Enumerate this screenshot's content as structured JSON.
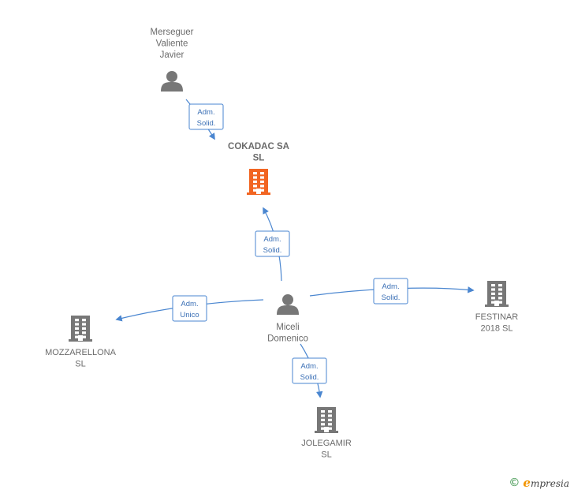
{
  "nodes": [
    {
      "id": "merseguer",
      "kind": "person",
      "label_lines": [
        "Merseguer",
        "Valiente",
        "Javier"
      ],
      "highlight": false
    },
    {
      "id": "cokadac",
      "kind": "company",
      "label_lines": [
        "COKADAC SA",
        "SL"
      ],
      "highlight": true
    },
    {
      "id": "miceli",
      "kind": "person",
      "label_lines": [
        "Miceli",
        "Domenico"
      ],
      "highlight": false
    },
    {
      "id": "mozzarellona",
      "kind": "company",
      "label_lines": [
        "MOZZARELLONA",
        "SL"
      ],
      "highlight": false
    },
    {
      "id": "festinar",
      "kind": "company",
      "label_lines": [
        "FESTINAR",
        "2018  SL"
      ],
      "highlight": false
    },
    {
      "id": "jolegamir",
      "kind": "company",
      "label_lines": [
        "JOLEGAMIR",
        "SL"
      ],
      "highlight": false
    }
  ],
  "edges": [
    {
      "from": "merseguer",
      "to": "cokadac",
      "label_lines": [
        "Adm.",
        "Solid."
      ]
    },
    {
      "from": "miceli",
      "to": "cokadac",
      "label_lines": [
        "Adm.",
        "Solid."
      ]
    },
    {
      "from": "miceli",
      "to": "mozzarellona",
      "label_lines": [
        "Adm.",
        "Unico"
      ]
    },
    {
      "from": "miceli",
      "to": "festinar",
      "label_lines": [
        "Adm.",
        "Solid."
      ]
    },
    {
      "from": "miceli",
      "to": "jolegamir",
      "label_lines": [
        "Adm.",
        "Solid."
      ]
    }
  ],
  "colors": {
    "edge": "#4a86d0",
    "person_icon": "#777777",
    "company_icon": "#777777",
    "company_highlight": "#f26522"
  },
  "footer": {
    "copyright_symbol": "©",
    "brand_first": "e",
    "brand_rest": "mpresia"
  }
}
